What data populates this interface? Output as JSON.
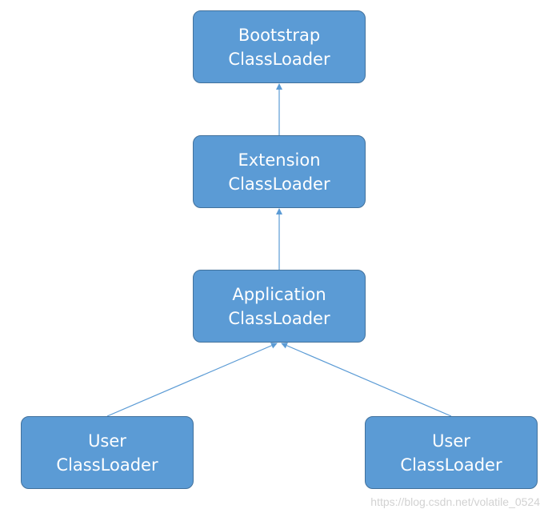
{
  "colors": {
    "node_fill": "#5b9bd5",
    "node_border": "#41719c",
    "node_text": "#ffffff",
    "connector": "#5b9bd5",
    "watermark": "#d2d2d2"
  },
  "diagram": {
    "nodes": [
      {
        "id": "bootstrap",
        "line1": "Bootstrap",
        "line2": "ClassLoader"
      },
      {
        "id": "extension",
        "line1": "Extension",
        "line2": "ClassLoader"
      },
      {
        "id": "application",
        "line1": "Application",
        "line2": "ClassLoader"
      },
      {
        "id": "user_left",
        "line1": "User",
        "line2": "ClassLoader"
      },
      {
        "id": "user_right",
        "line1": "User",
        "line2": "ClassLoader"
      }
    ],
    "edges": [
      {
        "from": "extension",
        "to": "bootstrap"
      },
      {
        "from": "application",
        "to": "extension"
      },
      {
        "from": "user_left",
        "to": "application"
      },
      {
        "from": "user_right",
        "to": "application"
      }
    ]
  },
  "watermark": "https://blog.csdn.net/volatile_0524"
}
